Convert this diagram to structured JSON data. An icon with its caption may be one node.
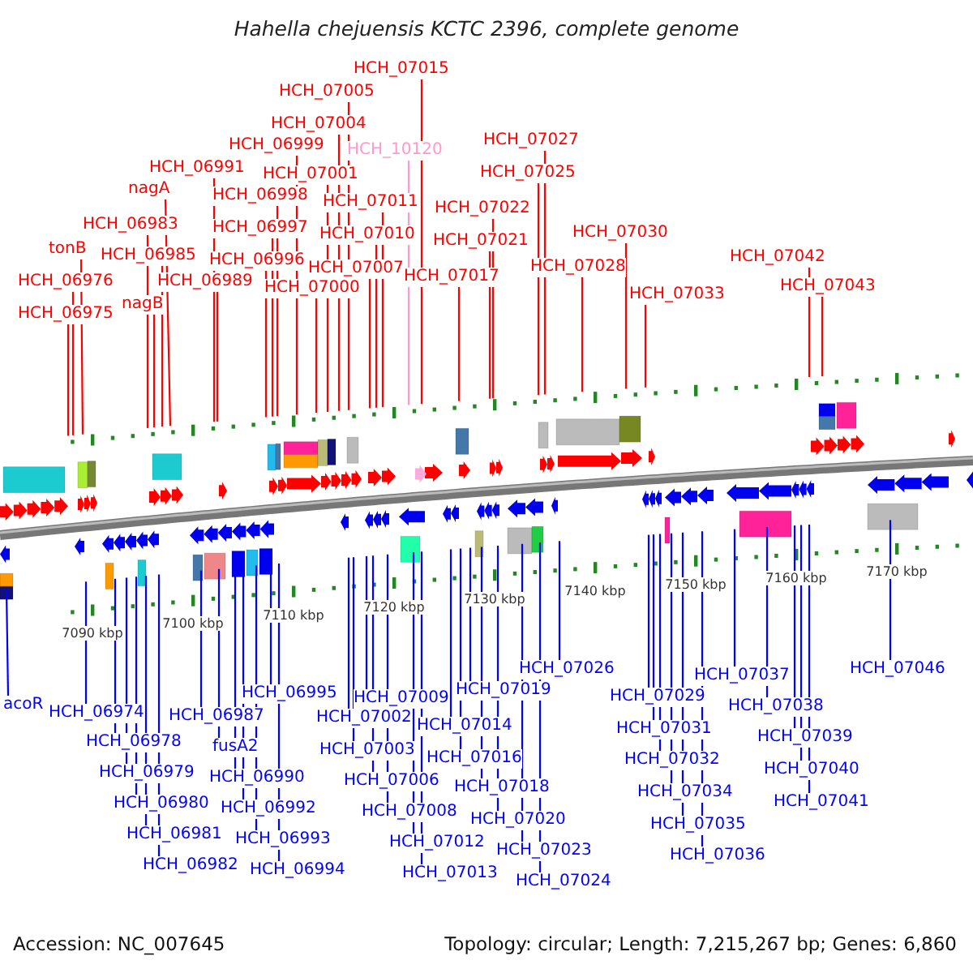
{
  "diagram": {
    "title": "Hahella chejuensis KCTC 2396, complete genome",
    "nodes": [
      {
        "text": [
          "HCH_07015"
        ]
      },
      {
        "text": [
          "HCH_07005"
        ]
      },
      {
        "text": [
          "HCH_07004"
        ]
      },
      {
        "text": [
          "HCH_07027"
        ]
      },
      {
        "text": [
          "HCH_06999"
        ]
      },
      {
        "text": [
          "HCH_10120"
        ]
      },
      {
        "text": [
          "HCH_06991"
        ]
      },
      {
        "text": [
          "HCH_07025"
        ]
      },
      {
        "text": [
          "HCH_07001"
        ]
      },
      {
        "text": [
          "nagA"
        ]
      },
      {
        "text": [
          "HCH_06998"
        ]
      },
      {
        "text": [
          "HCH_07011"
        ]
      },
      {
        "text": [
          "HCH_07022"
        ]
      },
      {
        "text": [
          "HCH_06983"
        ]
      },
      {
        "text": [
          "HCH_06997"
        ]
      },
      {
        "text": [
          "HCH_07010"
        ]
      },
      {
        "text": [
          "HCH_07030"
        ]
      },
      {
        "text": [
          "HCH_07021"
        ]
      },
      {
        "text": [
          "tonB"
        ]
      },
      {
        "text": [
          "HCH_06985"
        ]
      },
      {
        "text": [
          "HCH_07042"
        ]
      },
      {
        "text": [
          "HCH_06996"
        ]
      },
      {
        "text": [
          "HCH_07007"
        ]
      },
      {
        "text": [
          "HCH_07028"
        ]
      },
      {
        "text": [
          "HCH_07017"
        ]
      },
      {
        "text": [
          "HCH_06976"
        ]
      },
      {
        "text": [
          "HCH_06989"
        ]
      },
      {
        "text": [
          "HCH_07043"
        ]
      },
      {
        "text": [
          "HCH_07000"
        ]
      },
      {
        "text": [
          "HCH_07033"
        ]
      },
      {
        "text": [
          "nagB"
        ]
      },
      {
        "text": [
          "HCH_06975"
        ]
      },
      {
        "text": [
          "HCH_07026"
        ]
      },
      {
        "text": [
          "HCH_07037"
        ]
      },
      {
        "text": [
          "HCH_07046"
        ]
      },
      {
        "text": [
          "HCH_07019"
        ]
      },
      {
        "text": [
          "HCH_06995"
        ]
      },
      {
        "text": [
          "HCH_07029"
        ]
      },
      {
        "text": [
          "HCH_07009"
        ]
      },
      {
        "text": [
          "acoR"
        ]
      },
      {
        "text": [
          "HCH_07038"
        ]
      },
      {
        "text": [
          "HCH_06974"
        ]
      },
      {
        "text": [
          "HCH_06987"
        ]
      },
      {
        "text": [
          "HCH_07002"
        ]
      },
      {
        "text": [
          "HCH_07014"
        ]
      },
      {
        "text": [
          "HCH_07031"
        ]
      },
      {
        "text": [
          "HCH_07039"
        ]
      },
      {
        "text": [
          "HCH_06978"
        ]
      },
      {
        "text": [
          "fusA2"
        ]
      },
      {
        "text": [
          "HCH_07003"
        ]
      },
      {
        "text": [
          "HCH_07016"
        ]
      },
      {
        "text": [
          "HCH_07032"
        ]
      },
      {
        "text": [
          "HCH_07040"
        ]
      },
      {
        "text": [
          "HCH_06979"
        ]
      },
      {
        "text": [
          "HCH_06990"
        ]
      },
      {
        "text": [
          "HCH_07006"
        ]
      },
      {
        "text": [
          "HCH_07018"
        ]
      },
      {
        "text": [
          "HCH_07034"
        ]
      },
      {
        "text": [
          "HCH_07041"
        ]
      },
      {
        "text": [
          "HCH_06980"
        ]
      },
      {
        "text": [
          "HCH_06992"
        ]
      },
      {
        "text": [
          "HCH_07008"
        ]
      },
      {
        "text": [
          "HCH_07020"
        ]
      },
      {
        "text": [
          "HCH_07035"
        ]
      },
      {
        "text": [
          "HCH_06981"
        ]
      },
      {
        "text": [
          "HCH_06993"
        ]
      },
      {
        "text": [
          "HCH_07012"
        ]
      },
      {
        "text": [
          "HCH_07023"
        ]
      },
      {
        "text": [
          "HCH_07036"
        ]
      },
      {
        "text": [
          "HCH_06982"
        ]
      },
      {
        "text": [
          "HCH_06994"
        ]
      },
      {
        "text": [
          "HCH_07013"
        ]
      },
      {
        "text": [
          "HCH_07024"
        ]
      }
    ],
    "edges": [
      {
        "from": 0,
        "to": null,
        "arrow": "none",
        "color": "#ff0000"
      },
      {
        "from": 1,
        "to": null,
        "arrow": "none",
        "color": "#ff0000"
      },
      {
        "from": 2,
        "to": null,
        "arrow": "none",
        "color": "#ff0000"
      },
      {
        "from": 3,
        "to": null,
        "arrow": "none",
        "color": "#ff0000"
      },
      {
        "from": 4,
        "to": null,
        "arrow": "none",
        "color": "#ff0000"
      },
      {
        "from": 5,
        "to": null,
        "arrow": "none",
        "color": "#ff99cc"
      },
      {
        "from": 6,
        "to": null,
        "arrow": "none",
        "color": "#ff0000"
      },
      {
        "from": 7,
        "to": null,
        "arrow": "none",
        "color": "#ff0000"
      },
      {
        "from": 8,
        "to": null,
        "arrow": "none",
        "color": "#ff0000"
      },
      {
        "from": 9,
        "to": null,
        "arrow": "none",
        "color": "#ff0000"
      },
      {
        "from": 10,
        "to": null,
        "arrow": "none",
        "color": "#ff0000"
      },
      {
        "from": 11,
        "to": null,
        "arrow": "none",
        "color": "#ff0000"
      },
      {
        "from": 12,
        "to": null,
        "arrow": "none",
        "color": "#ff0000"
      },
      {
        "from": 13,
        "to": null,
        "arrow": "none",
        "color": "#ff0000"
      },
      {
        "from": 14,
        "to": null,
        "arrow": "none",
        "color": "#ff0000"
      },
      {
        "from": 15,
        "to": null,
        "arrow": "none",
        "color": "#ff0000"
      },
      {
        "from": 16,
        "to": null,
        "arrow": "none",
        "color": "#ff0000"
      },
      {
        "from": 17,
        "to": null,
        "arrow": "none",
        "color": "#ff0000"
      },
      {
        "from": 18,
        "to": null,
        "arrow": "none",
        "color": "#ff0000"
      },
      {
        "from": 19,
        "to": null,
        "arrow": "none",
        "color": "#ff0000"
      },
      {
        "from": 20,
        "to": null,
        "arrow": "none",
        "color": "#ff0000"
      },
      {
        "from": 21,
        "to": null,
        "arrow": "none",
        "color": "#ff0000"
      },
      {
        "from": 22,
        "to": null,
        "arrow": "none",
        "color": "#ff0000"
      },
      {
        "from": 23,
        "to": null,
        "arrow": "none",
        "color": "#ff0000"
      },
      {
        "from": 24,
        "to": null,
        "arrow": "none",
        "color": "#ff0000"
      },
      {
        "from": 25,
        "to": null,
        "arrow": "none",
        "color": "#ff0000"
      },
      {
        "from": 26,
        "to": null,
        "arrow": "none",
        "color": "#ff0000"
      },
      {
        "from": 27,
        "to": null,
        "arrow": "none",
        "color": "#ff0000"
      },
      {
        "from": 28,
        "to": null,
        "arrow": "none",
        "color": "#ff0000"
      },
      {
        "from": 29,
        "to": null,
        "arrow": "none",
        "color": "#ff0000"
      },
      {
        "from": 30,
        "to": null,
        "arrow": "none",
        "color": "#ff0000"
      },
      {
        "from": 31,
        "to": null,
        "arrow": "none",
        "color": "#ff0000"
      },
      {
        "from": 32,
        "to": null,
        "arrow": "none"
      },
      {
        "from": 33,
        "to": null,
        "arrow": "none"
      },
      {
        "from": 34,
        "to": null,
        "arrow": "none"
      },
      {
        "from": 35,
        "to": null,
        "arrow": "none"
      },
      {
        "from": 36,
        "to": null,
        "arrow": "none"
      },
      {
        "from": 37,
        "to": null,
        "arrow": "none"
      },
      {
        "from": 38,
        "to": null,
        "arrow": "none"
      },
      {
        "from": 39,
        "to": null,
        "arrow": "none"
      },
      {
        "from": 40,
        "to": null,
        "arrow": "none"
      },
      {
        "from": 41,
        "to": null,
        "arrow": "none"
      },
      {
        "from": 42,
        "to": null,
        "arrow": "none"
      },
      {
        "from": 43,
        "to": null,
        "arrow": "none"
      },
      {
        "from": 44,
        "to": null,
        "arrow": "none"
      },
      {
        "from": 45,
        "to": null,
        "arrow": "none"
      },
      {
        "from": 46,
        "to": null,
        "arrow": "none"
      },
      {
        "from": 47,
        "to": null,
        "arrow": "none"
      },
      {
        "from": 48,
        "to": null,
        "arrow": "none"
      },
      {
        "from": 49,
        "to": null,
        "arrow": "none"
      },
      {
        "from": 50,
        "to": null,
        "arrow": "none"
      },
      {
        "from": 51,
        "to": null,
        "arrow": "none"
      },
      {
        "from": 52,
        "to": null,
        "arrow": "none"
      },
      {
        "from": 53,
        "to": null,
        "arrow": "none"
      },
      {
        "from": 54,
        "to": null,
        "arrow": "none"
      },
      {
        "from": 55,
        "to": null,
        "arrow": "none"
      },
      {
        "from": 56,
        "to": null,
        "arrow": "none"
      },
      {
        "from": 57,
        "to": null,
        "arrow": "none"
      },
      {
        "from": 58,
        "to": null,
        "arrow": "none"
      },
      {
        "from": 59,
        "to": null,
        "arrow": "none"
      },
      {
        "from": 60,
        "to": null,
        "arrow": "none"
      },
      {
        "from": 61,
        "to": null,
        "arrow": "none"
      },
      {
        "from": 62,
        "to": null,
        "arrow": "none"
      },
      {
        "from": 63,
        "to": null,
        "arrow": "none"
      },
      {
        "from": 64,
        "to": null,
        "arrow": "none"
      },
      {
        "from": 65,
        "to": null,
        "arrow": "none"
      },
      {
        "from": 66,
        "to": null,
        "arrow": "none"
      },
      {
        "from": 67,
        "to": null,
        "arrow": "none"
      },
      {
        "from": 68,
        "to": null,
        "arrow": "none"
      },
      {
        "from": 69,
        "to": null,
        "arrow": "none"
      },
      {
        "from": 70,
        "to": null,
        "arrow": "none"
      },
      {
        "from": 71,
        "to": null,
        "arrow": "none"
      },
      {
        "from": 72,
        "to": null,
        "arrow": "none"
      }
    ],
    "labels": [
      "7090 kbp",
      "7100 kbp",
      "7110 kbp",
      "7120 kbp",
      "7130 kbp",
      "7140 kbp",
      "7150 kbp",
      "7160 kbp",
      "7170 kbp",
      "Accession: NC_007645",
      "Topology: circular; Length: 7,215,267 bp; Genes: 6,860"
    ]
  }
}
